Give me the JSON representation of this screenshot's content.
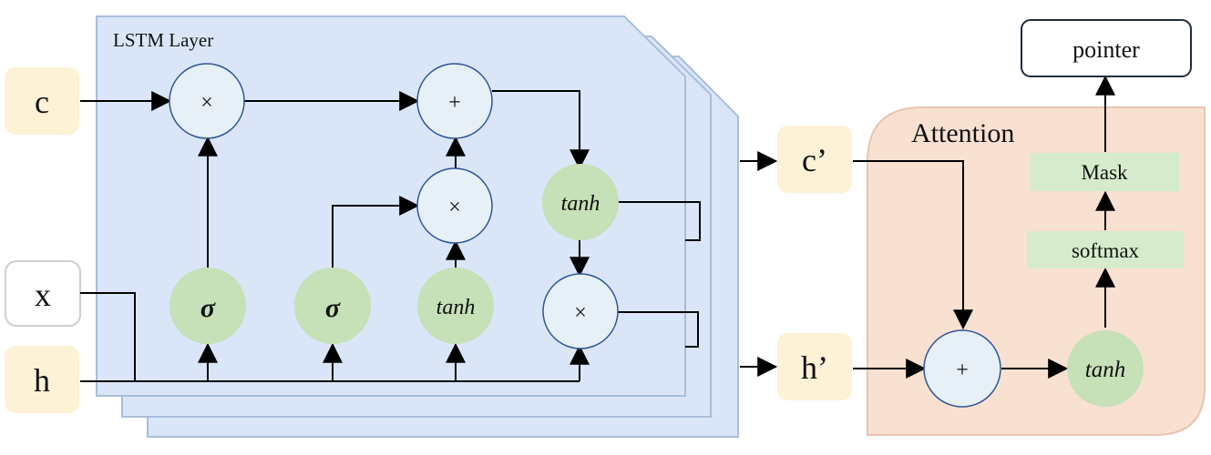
{
  "lstm": {
    "title": "LSTM Layer",
    "op_multiply": "×",
    "op_add": "+",
    "gate_sigma": "σ",
    "gate_tanh": "tanh"
  },
  "inputs": {
    "c": "c",
    "x": "x",
    "h": "h"
  },
  "outputs": {
    "c_prime": "c’",
    "h_prime": "h’"
  },
  "attention": {
    "title": "Attention",
    "op_add": "+",
    "tanh": "tanh",
    "softmax": "softmax",
    "mask": "Mask",
    "pointer": "pointer"
  },
  "colors": {
    "lstm_fill": "#dae6f8",
    "lstm_border": "#a9bdd9",
    "input_fill": "#fdf1d6",
    "attention_fill": "#f9e1d2",
    "attention_border": "#e8c4b0",
    "gate_fill": "#c6e0b7",
    "op_fill": "#e6f0f6",
    "op_border": "#2f5597",
    "box_green": "#d5ebcb",
    "pointer_border": "#1f2d3d"
  }
}
